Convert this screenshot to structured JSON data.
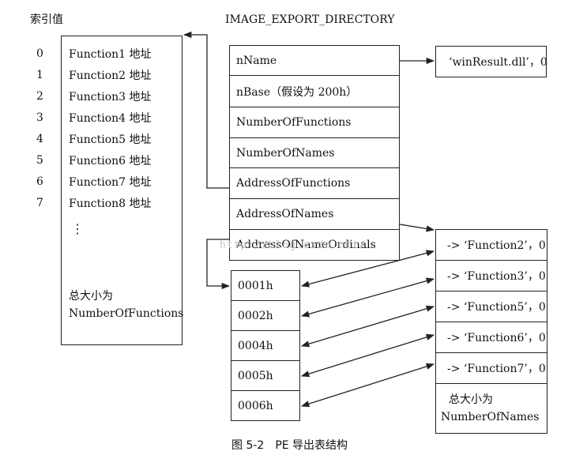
{
  "index_header": "索引值",
  "directory_title": "IMAGE_EXPORT_DIRECTORY",
  "index_values": [
    "0",
    "1",
    "2",
    "3",
    "4",
    "5",
    "6",
    "7"
  ],
  "function_table": {
    "entries": [
      "Function1 地址",
      "Function2 地址",
      "Function3 地址",
      "Function4 地址",
      "Function5 地址",
      "Function6 地址",
      "Function7 地址",
      "Function8 地址"
    ],
    "ellipsis": "⋮",
    "size_line1": "总大小为",
    "size_line2": "NumberOfFunctions"
  },
  "export_directory": {
    "fields": [
      "nName",
      "nBase（假设为 200h）",
      "NumberOfFunctions",
      "NumberOfNames",
      "AddressOfFunctions",
      "AddressOfNames",
      "AddressOfNameOrdinals"
    ]
  },
  "dll_name": "‘winResult.dll’，0",
  "ordinals": [
    "0001h",
    "0002h",
    "0004h",
    "0005h",
    "0006h"
  ],
  "names_table": {
    "entries": [
      "-> ‘Function2’，0",
      "-> ‘Function3’，0",
      "-> ‘Function5’，0",
      "-> ‘Function6’，0",
      "-> ‘Function7’，0"
    ],
    "size_line1": "总大小为",
    "size_line2": "NumberOfNames"
  },
  "watermark": "http://blog.csdn.net/",
  "caption": "图 5-2　PE 导出表结构"
}
